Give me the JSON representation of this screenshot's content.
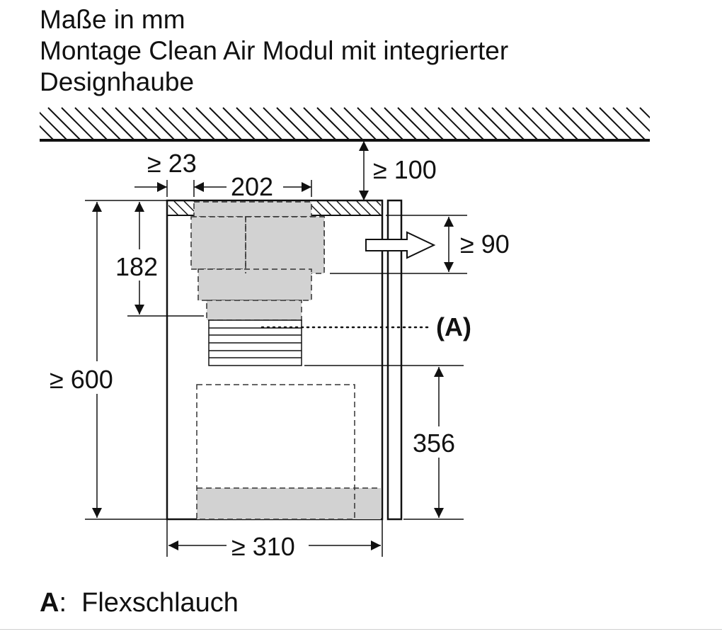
{
  "title": {
    "line1": "Maße in mm",
    "line2": "Montage Clean Air Modul mit integrierter",
    "line3": "Designhaube"
  },
  "dimensions": {
    "side_gap": "≥ 23",
    "module_width": "202",
    "ceiling_gap": "≥ 100",
    "vent_height": "≥ 90",
    "upper_height": "182",
    "total_height": "≥ 600",
    "lower_height": "356",
    "cabinet_width": "≥ 310"
  },
  "callout": {
    "label": "(A)"
  },
  "legend": {
    "key": "A",
    "separator": ":",
    "text": "Flexschlauch"
  },
  "colors": {
    "line": "#111111",
    "fill_gray": "#d2d2d2",
    "dash": "#333333"
  }
}
